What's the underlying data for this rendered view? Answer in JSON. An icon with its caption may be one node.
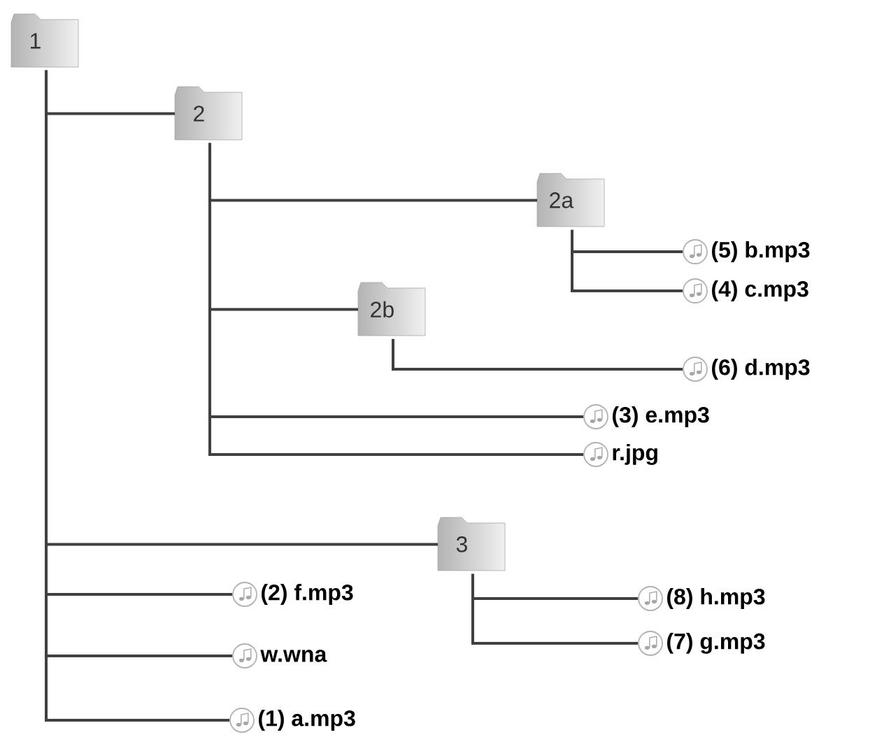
{
  "diagram": {
    "nodes": [
      {
        "text": [
          "1"
        ]
      },
      {
        "text": [
          "2"
        ]
      },
      {
        "text": [
          "2a"
        ]
      },
      {
        "text": [
          "(5) b.mp3"
        ]
      },
      {
        "text": [
          "(4) c.mp3"
        ]
      },
      {
        "text": [
          "2b"
        ]
      },
      {
        "text": [
          "(6) d.mp3"
        ]
      },
      {
        "text": [
          "(3) e.mp3"
        ]
      },
      {
        "text": [
          "r.jpg"
        ]
      },
      {
        "text": [
          "3"
        ]
      },
      {
        "text": [
          "(8) h.mp3"
        ]
      },
      {
        "text": [
          "(7) g.mp3"
        ]
      },
      {
        "text": [
          "(2) f.mp3"
        ]
      },
      {
        "text": [
          "w.wna"
        ]
      },
      {
        "text": [
          "(1) a.mp3"
        ]
      }
    ],
    "edges": [
      {
        "from": 0,
        "to": 1,
        "arrow": "none"
      },
      {
        "from": 1,
        "to": 2,
        "arrow": "none"
      },
      {
        "from": 2,
        "to": 3,
        "arrow": "none"
      },
      {
        "from": 2,
        "to": 4,
        "arrow": "none"
      },
      {
        "from": 1,
        "to": 5,
        "arrow": "none"
      },
      {
        "from": 5,
        "to": 6,
        "arrow": "none"
      },
      {
        "from": 1,
        "to": 7,
        "arrow": "none"
      },
      {
        "from": 1,
        "to": 8,
        "arrow": "none"
      },
      {
        "from": 0,
        "to": 9,
        "arrow": "none"
      },
      {
        "from": 9,
        "to": 10,
        "arrow": "none"
      },
      {
        "from": 9,
        "to": 11,
        "arrow": "none"
      },
      {
        "from": 0,
        "to": 12,
        "arrow": "none"
      },
      {
        "from": 0,
        "to": 13,
        "arrow": "none"
      },
      {
        "from": 0,
        "to": 14,
        "arrow": "none"
      }
    ]
  }
}
